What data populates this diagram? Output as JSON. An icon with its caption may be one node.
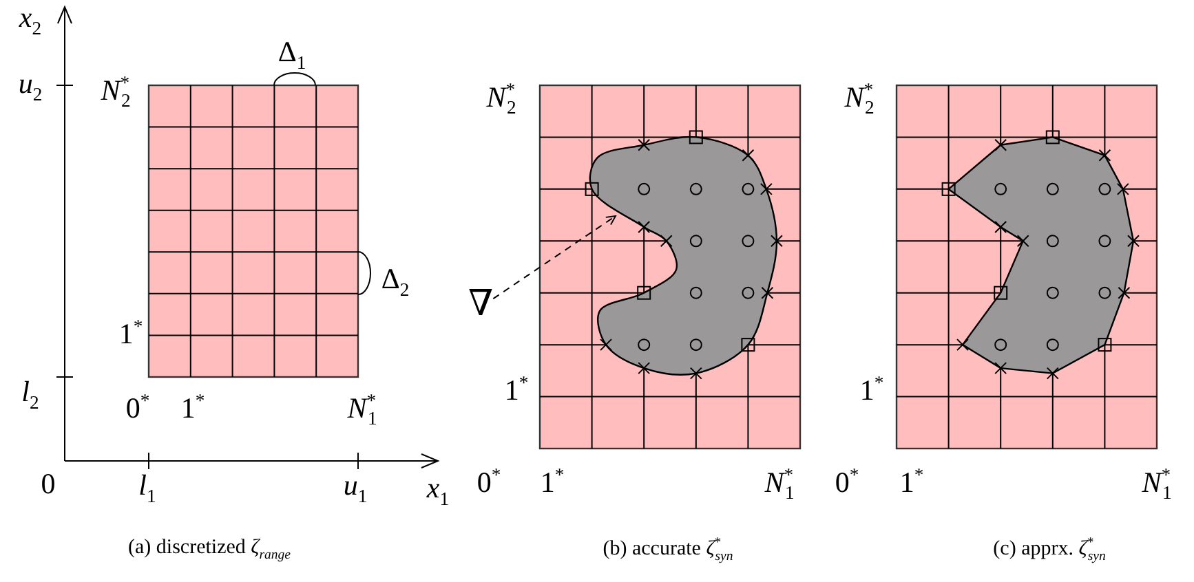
{
  "diagram": {
    "nodes": [
      {
        "text": [
          "∇"
        ]
      },
      {
        "text": [],
        "shape": "blob"
      },
      {
        "text": [],
        "shape": "polygon"
      }
    ],
    "edges": [
      {
        "from": 0,
        "to": 1,
        "arrow": "to",
        "style": "dashed"
      }
    ],
    "labels": [
      "*x*$_{2}$",
      "Δ$_{1}$",
      "*u*$_{2}$",
      "*N*$^{*}$$_{2}$",
      "Δ$_{2}$",
      "1$^{*}$",
      "*l*$_{2}$",
      "0$^{*}$",
      "1$^{*}$",
      "*N*$^{*}$$_{1}$",
      "0",
      "*l*$_{1}$",
      "*u*$_{1}$",
      "*x*$_{1}$",
      "(a) discretized *ζ*$_{range}$",
      "*N*$^{*}$$_{2}$",
      "1$^{*}$",
      "0$^{*}$",
      "1$^{*}$",
      "*N*$^{*}$$_{1}$",
      "(b) accurate *ζ*$^{*}$$_{syn}$",
      "*N*$^{*}$$_{2}$",
      "1$^{*}$",
      "0$^{*}$",
      "1$^{*}$",
      "*N*$^{*}$$_{1}$",
      "(c) apprx. *ζ*$^{*}$$_{syn}$"
    ]
  }
}
